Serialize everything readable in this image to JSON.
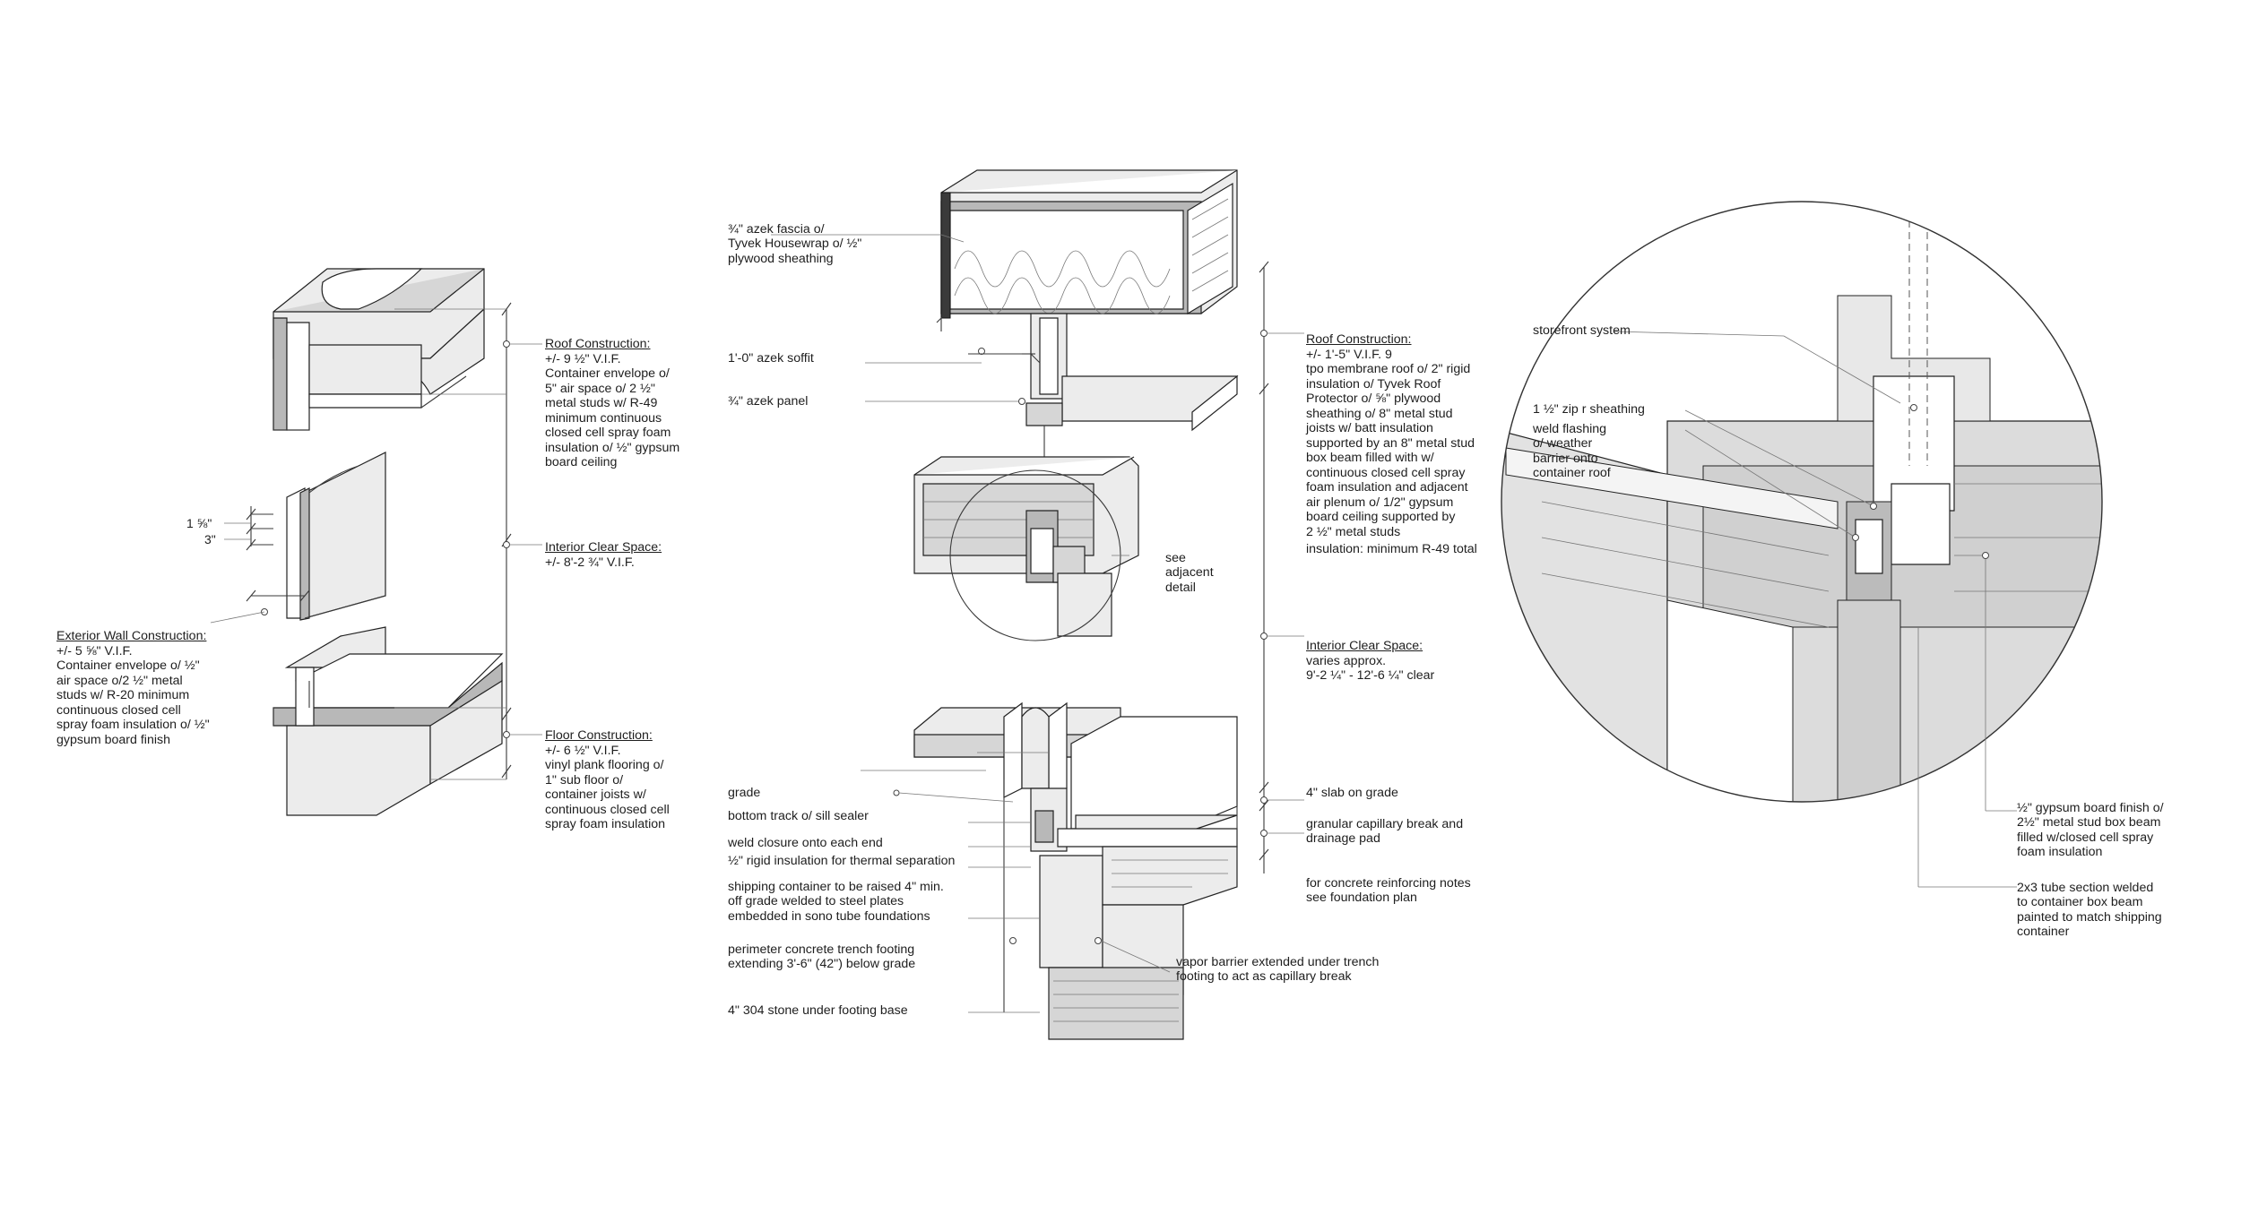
{
  "left_detail": {
    "roof": {
      "heading": "Roof Construction:",
      "body": "+/- 9 ½\" V.I.F.\nContainer envelope o/\n5\" air space o/ 2 ½\"\nmetal studs w/ R-49\nminimum continuous\nclosed cell spray foam\ninsulation o/ ½\" gypsum\nboard ceiling"
    },
    "interior_clear": {
      "heading": "Interior Clear Space:",
      "body": "+/- 8'-2 ¾\" V.I.F."
    },
    "floor": {
      "heading": "Floor Construction:",
      "body": "+/- 6 ½\" V.I.F.\nvinyl plank flooring o/\n1\" sub floor o/\ncontainer joists w/\ncontinuous closed cell\nspray foam insulation"
    },
    "exterior_wall": {
      "heading": "Exterior Wall Construction:",
      "body": "+/- 5 ⅝\" V.I.F.\nContainer envelope o/ ½\"\nair space o/2 ½\" metal\nstuds w/ R-20 minimum\ncontinuous closed cell\nspray foam insulation o/ ½\"\ngypsum board finish"
    },
    "dim_1": "1 ⅝\"",
    "dim_2": "3\""
  },
  "center_detail": {
    "fascia": "¾\" azek fascia o/\nTyvek Housewrap o/ ½\"\nplywood sheathing",
    "soffit": "1'-0\" azek soffit",
    "panel": "¾\" azek panel",
    "see_adjacent": "see\nadjacent\ndetail",
    "roof": {
      "heading": "Roof Construction:",
      "body": "+/- 1'-5\" V.I.F. 9\ntpo membrane roof o/ 2\" rigid\ninsulation o/ Tyvek Roof\nProtector o/ ⅝\" plywood\nsheathing o/ 8\" metal stud\njoists w/ batt insulation\nsupported by an 8\" metal stud\nbox beam filled with w/\ncontinuous closed cell spray\nfoam insulation and adjacent\nair plenum o/ 1/2\" gypsum\nboard ceiling supported by\n2 ½\" metal studs"
    },
    "insulation": "insulation: minimum R-49 total",
    "interior_clear": {
      "heading": "Interior Clear Space:",
      "body": "varies  approx.\n9'-2 ¼\" - 12'-6 ¼\" clear"
    },
    "grade": "grade",
    "bottom_track": "bottom track o/ sill sealer",
    "weld_closure": "weld closure onto each end",
    "rigid_insulation": "½\" rigid insulation for thermal separation",
    "shipping_container": "shipping container to be raised 4\" min.\noff grade welded to steel plates\nembedded in sono tube foundations",
    "trench_footing": "perimeter concrete trench footing\nextending  3'-6\" (42\") below grade",
    "stone": "4\" 304 stone under footing base",
    "slab": "4\" slab on grade",
    "capillary": "granular capillary break and\ndrainage pad",
    "reinforcing": "for concrete reinforcing notes\nsee foundation plan",
    "vapor_barrier": "vapor barrier extended under trench\nfooting to act as capillary break"
  },
  "right_detail": {
    "storefront": "storefront system",
    "zip": "1 ½\" zip r sheathing",
    "weld_flashing": "weld flashing\no/ weather\nbarrier onto\ncontainer roof",
    "gypsum": "½\" gypsum board finish o/\n2½\" metal stud box beam\nfilled w/closed cell spray\nfoam insulation",
    "tube": "2x3 tube section welded\nto container box beam\npainted to match shipping\ncontainer"
  }
}
